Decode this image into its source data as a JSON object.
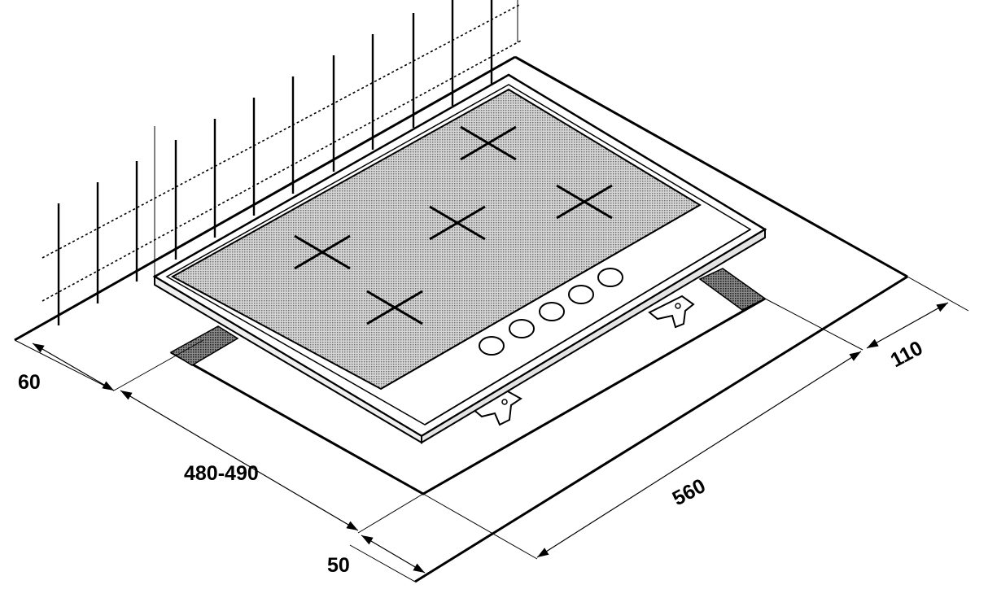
{
  "dimensions": {
    "wall_gap": "60",
    "cutout_depth": "480-490",
    "front_gap": "50",
    "cutout_width": "560",
    "side_gap": "110"
  },
  "hob": {
    "burner_count": 5,
    "control_knob_count": 5
  },
  "colors": {
    "line": "#000000",
    "hob_surface": "#bdbdbd",
    "seal_strip": "#4d4d4d",
    "background": "#ffffff"
  }
}
